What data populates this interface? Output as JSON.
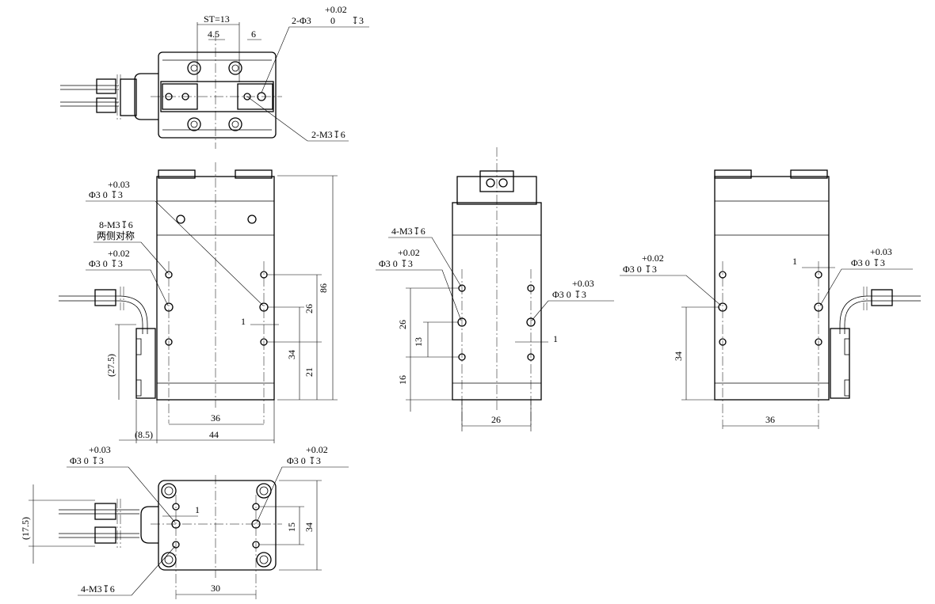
{
  "top_view": {
    "stroke_label": "ST=13",
    "dim_4_5": "4.5",
    "dim_6": "6",
    "hole_count_label": "2-Φ3",
    "hole_tol_upper": "+0.02",
    "hole_tol_lower": "0",
    "hole_depth": "↧3",
    "thread_label": "2-M3↧6"
  },
  "front_view": {
    "pin_hole_top_tol": "+0.03",
    "pin_hole_top_spec": "Φ3   0   ↧3",
    "thread_label": "8-M3↧6",
    "thread_note": "两侧对称",
    "pin_hole_left_tol": "+0.02",
    "pin_hole_left_spec": "Φ3   0   ↧3",
    "dim_86": "86",
    "dim_26": "26",
    "dim_34": "34",
    "dim_21": "21",
    "dim_1": "1",
    "dim_27_5": "(27.5)",
    "dim_36": "36",
    "dim_8_5": "(8.5)",
    "dim_44": "44"
  },
  "side_view": {
    "thread_label": "4-M3↧6",
    "pin_hole_left_tol": "+0.02",
    "pin_hole_left_spec": "Φ3   0   ↧3",
    "pin_hole_right_tol": "+0.03",
    "pin_hole_right_spec": "Φ3   0   ↧3",
    "dim_26": "26",
    "dim_13": "13",
    "dim_16": "16",
    "dim_1": "1",
    "dim_26_bottom": "26"
  },
  "back_view": {
    "pin_hole_left_tol": "+0.02",
    "pin_hole_left_spec": "Φ3   0   ↧3",
    "pin_hole_right_tol": "+0.03",
    "pin_hole_right_spec": "Φ3   0   ↧3",
    "dim_1": "1",
    "dim_34": "34",
    "dim_36": "36"
  },
  "bottom_view": {
    "pin_hole_left_tol": "+0.03",
    "pin_hole_left_spec": "Φ3   0   ↧3",
    "pin_hole_right_tol": "+0.02",
    "pin_hole_right_spec": "Φ3   0   ↧3",
    "dim_1": "1",
    "dim_15": "15",
    "dim_34": "34",
    "dim_17_5": "(17.5)",
    "thread_label": "4-M3↧6",
    "dim_30": "30"
  }
}
